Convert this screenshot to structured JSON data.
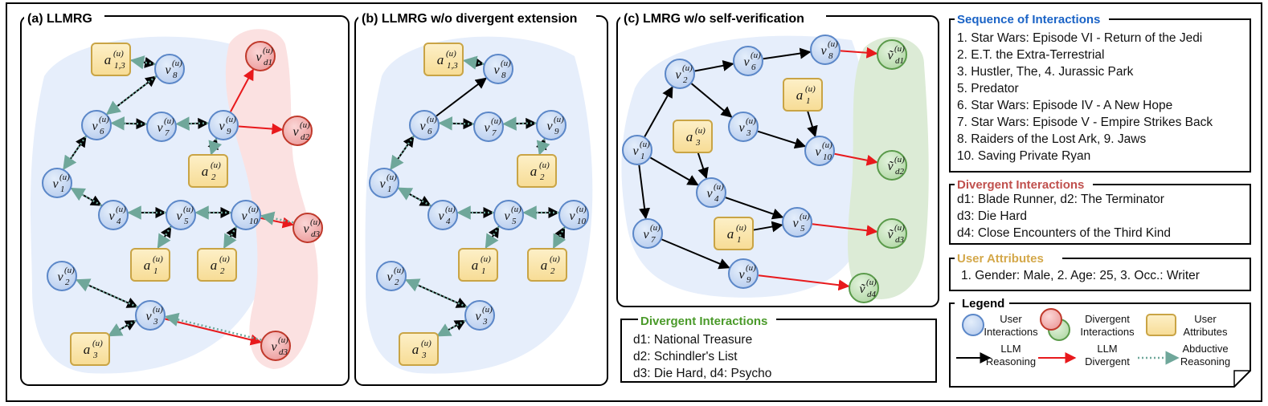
{
  "panels": {
    "a": {
      "title": "(a) LLMRG"
    },
    "b": {
      "title": "(b) LLMRG w/o divergent extension"
    },
    "c": {
      "title": "(c) LMRG w/o self-verification"
    }
  },
  "node_labels": {
    "v1": {
      "base": "v",
      "sub": "1",
      "sup": "(u)"
    },
    "v2": {
      "base": "v",
      "sub": "2",
      "sup": "(u)"
    },
    "v3": {
      "base": "v",
      "sub": "3",
      "sup": "(u)"
    },
    "v4": {
      "base": "v",
      "sub": "4",
      "sup": "(u)"
    },
    "v5": {
      "base": "v",
      "sub": "5",
      "sup": "(u)"
    },
    "v6": {
      "base": "v",
      "sub": "6",
      "sup": "(u)"
    },
    "v7": {
      "base": "v",
      "sub": "7",
      "sup": "(u)"
    },
    "v8": {
      "base": "v",
      "sub": "8",
      "sup": "(u)"
    },
    "v9": {
      "base": "v",
      "sub": "9",
      "sup": "(u)"
    },
    "v10": {
      "base": "v",
      "sub": "10",
      "sup": "(u)"
    },
    "a13": {
      "base": "a",
      "sub": "1,3",
      "sup": "(u)"
    },
    "a1": {
      "base": "a",
      "sub": "1",
      "sup": "(u)"
    },
    "a2": {
      "base": "a",
      "sub": "2",
      "sup": "(u)"
    },
    "a3": {
      "base": "a",
      "sub": "3",
      "sup": "(u)"
    },
    "d1": {
      "base": "v",
      "sub": "d1",
      "sup": "(u)"
    },
    "d2": {
      "base": "v",
      "sub": "d2",
      "sup": "(u)"
    },
    "d3": {
      "base": "v",
      "sub": "d3",
      "sup": "(u)"
    },
    "vd1": {
      "base": "ṽ",
      "sub": "d1",
      "sup": "(u)"
    },
    "vd2": {
      "base": "ṽ",
      "sub": "d2",
      "sup": "(u)"
    },
    "vd3": {
      "base": "ṽ",
      "sub": "d3",
      "sup": "(u)"
    },
    "vd4": {
      "base": "ṽ",
      "sub": "d4",
      "sup": "(u)"
    }
  },
  "sequence_box": {
    "title": "Sequence of Interactions",
    "items": [
      "1. Star Wars: Episode VI - Return of the Jedi",
      "2. E.T. the Extra-Terrestrial",
      "3. Hustler, The,  4. Jurassic Park",
      "5. Predator",
      "6. Star Wars: Episode IV - A New Hope",
      "7. Star Wars: Episode V - Empire Strikes Back",
      "8. Raiders of the Lost Ark,  9. Jaws",
      "10. Saving Private Ryan"
    ]
  },
  "divergent_box": {
    "title": "Divergent Interactions",
    "items": [
      "d1: Blade Runner, d2: The Terminator",
      "d3: Die Hard",
      "d4: Close Encounters of the Third Kind"
    ]
  },
  "attributes_box": {
    "title": "User Attributes",
    "items": [
      "1. Gender: Male, 2. Age: 25, 3. Occ.: Writer"
    ]
  },
  "divergent_box_c": {
    "title": "Divergent Interactions",
    "items": [
      "d1: National Treasure",
      "d2: Schindler's List",
      "d3: Die Hard,  d4: Psycho"
    ]
  },
  "legend": {
    "title": "Legend",
    "user_interactions": [
      "User",
      "Interactions"
    ],
    "divergent_interactions": [
      "Divergent",
      "Interactions"
    ],
    "user_attributes": [
      "User",
      "Attributes"
    ],
    "llm_reasoning": [
      "LLM",
      "Reasoning"
    ],
    "llm_divergent": [
      "LLM",
      "Divergent"
    ],
    "abductive_reasoning": [
      "Abductive",
      "Reasoning"
    ]
  },
  "colors": {
    "user_node_fill": "#c8daf3",
    "user_node_stroke": "#5b87c8",
    "div_node_fill": "#f2b5b5",
    "div_node_stroke": "#c0392b",
    "green_node_fill": "#c9e6c0",
    "green_node_stroke": "#5a9a4a",
    "attr_fill": "#fbe7b0",
    "attr_stroke": "#c9a445",
    "blue_region": "#e6eefb",
    "red_region": "#fbe1e1",
    "green_region": "#dcebd6",
    "reasoning_arrow": "#000000",
    "divergent_arrow": "#e8191c",
    "abductive_arrow": "#6fa79a",
    "seq_title": "#1a63c6",
    "div_title": "#c0504d",
    "attr_title": "#d4a84a",
    "divc_title": "#4a9a2a"
  }
}
